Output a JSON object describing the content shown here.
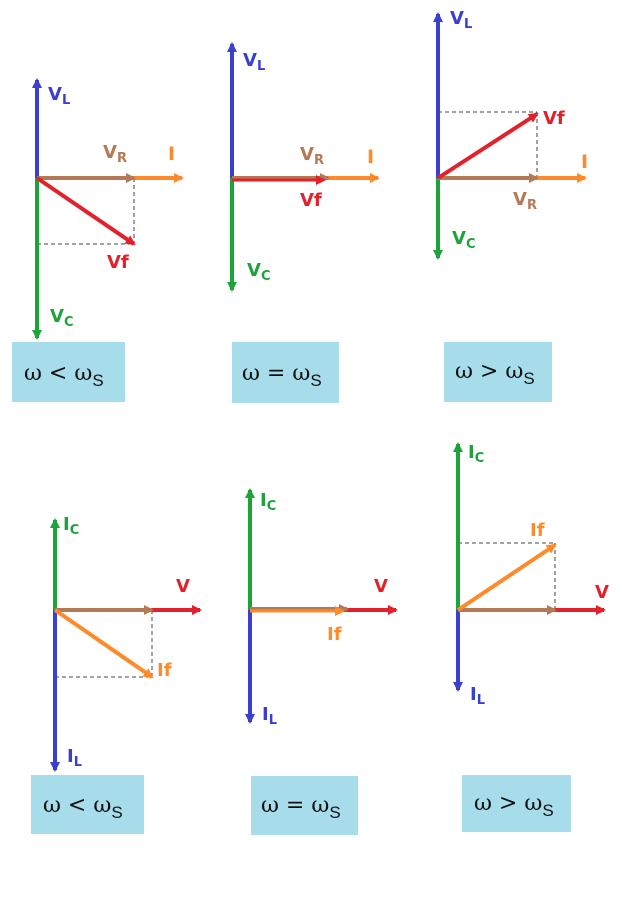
{
  "colors": {
    "blue": "#3a3fd0",
    "green": "#1ea33a",
    "brown": "#b47a55",
    "orange": "#ff8a2a",
    "red": "#e2212a",
    "caption_bg": "#a7dcea",
    "dash": "#444444"
  },
  "voltage_diagrams": {
    "lt": {
      "vl": "V",
      "vl_sub": "L",
      "vr": "V",
      "vr_sub": "R",
      "i": "I",
      "vc": "V",
      "vc_sub": "C",
      "vf": "Vf"
    },
    "eq": {
      "vl": "V",
      "vl_sub": "L",
      "vr": "V",
      "vr_sub": "R",
      "i": "I",
      "vc": "V",
      "vc_sub": "C",
      "vf": "Vf"
    },
    "gt": {
      "vl": "V",
      "vl_sub": "L",
      "vr": "V",
      "vr_sub": "R",
      "i": "I",
      "vc": "V",
      "vc_sub": "C",
      "vf": "Vf"
    }
  },
  "current_diagrams": {
    "lt": {
      "ic": "I",
      "ic_sub": "C",
      "v": "V",
      "il": "I",
      "il_sub": "L",
      "if": "If"
    },
    "eq": {
      "ic": "I",
      "ic_sub": "C",
      "v": "V",
      "il": "I",
      "il_sub": "L",
      "if": "If"
    },
    "gt": {
      "ic": "I",
      "ic_sub": "C",
      "v": "V",
      "il": "I",
      "il_sub": "L",
      "if": "If"
    }
  },
  "captions": {
    "lt": {
      "text": "ω < ω",
      "sub": "S"
    },
    "eq": {
      "text": "ω = ω",
      "sub": "S"
    },
    "gt": {
      "text": "ω > ω",
      "sub": "S"
    }
  }
}
